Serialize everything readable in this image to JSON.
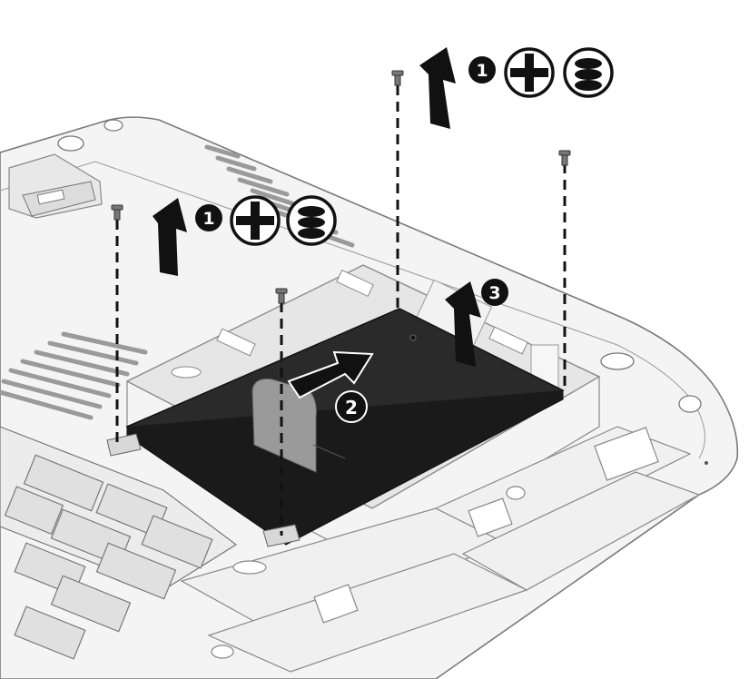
{
  "diagram": {
    "steps": [
      {
        "id": "1",
        "label": "1",
        "action": "remove-screws",
        "icons": [
          "phillips-screwdriver-icon",
          "screw-stack-icon"
        ]
      },
      {
        "id": "2",
        "label": "2",
        "action": "slide-drive"
      },
      {
        "id": "3",
        "label": "3",
        "action": "lift-drive"
      }
    ],
    "screw_count": 4,
    "colors": {
      "line": "#111111",
      "drive": "#2a2a2a",
      "chassis": "#f4f4f4",
      "chassis_edge": "#7a7a7a",
      "badge": "#111111",
      "badge_text": "#ffffff"
    }
  }
}
